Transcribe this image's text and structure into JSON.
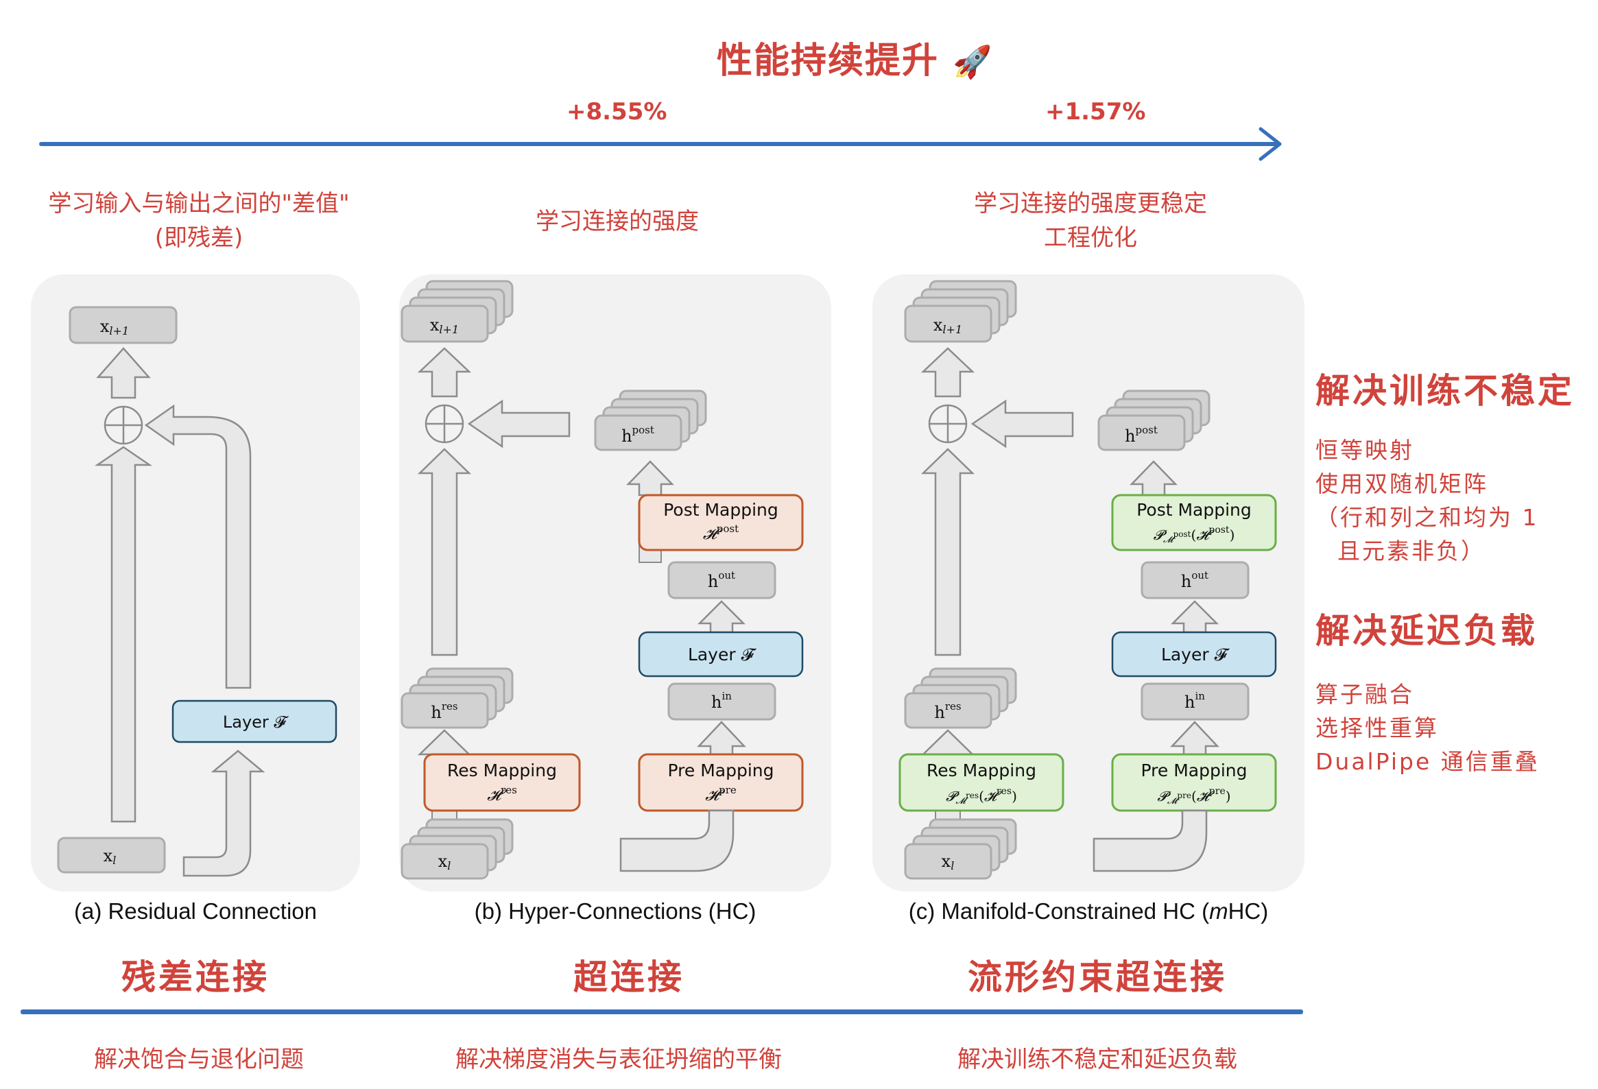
{
  "header": {
    "title": "性能持续提升",
    "title_icon": "rocket-icon",
    "title_emoji": "🚀",
    "gain_b": "+8.55%",
    "gain_c": "+1.57%"
  },
  "columns": [
    {
      "id": "a",
      "header_lines": [
        "学习输入与输出之间的\"差值\"",
        "(即残差)"
      ],
      "caption": "(a) Residual Connection",
      "name": "残差连接",
      "description": "解决饱合与退化问题"
    },
    {
      "id": "b",
      "header_lines": [
        "学习连接的强度"
      ],
      "caption": "(b) Hyper-Connections (HC)",
      "name": "超连接",
      "description": "解决梯度消失与表征坍缩的平衡"
    },
    {
      "id": "c",
      "header_lines": [
        "学习连接的强度更稳定",
        "工程优化"
      ],
      "caption_pre": "(c) Manifold-Constrained HC (",
      "caption_italic": "m",
      "caption_post": "HC)",
      "name": "流形约束超连接",
      "description": "解决训练不稳定和延迟负载"
    }
  ],
  "diagram": {
    "x_next": "x",
    "x_next_sub": "l+1",
    "x_cur": "x",
    "x_cur_sub": "l",
    "layer": "Layer 𝓕",
    "h_post": "post",
    "h_out": "out",
    "h_in": "in",
    "h_res": "res",
    "h": "h",
    "l": "l",
    "post_mapping": "Post Mapping",
    "pre_mapping": "Pre Mapping",
    "res_mapping": "Res Mapping",
    "H": "𝓗",
    "P": "𝓟",
    "M": "𝓜",
    "sup_post": "post",
    "sup_pre": "pre",
    "sup_res": "res"
  },
  "side": {
    "heading1": "解决训练不稳定",
    "items1": [
      "恒等映射",
      "使用双随机矩阵",
      "（行和列之和均为 1",
      "且元素非负）"
    ],
    "heading2": "解决延迟负载",
    "items2": [
      "算子融合",
      "选择性重算",
      "DualPipe 通信重叠"
    ]
  },
  "colors": {
    "accent_red": "#d0433b",
    "axis_blue": "#3670bd",
    "hc_mapping_fill": "#f6e3d9",
    "hc_mapping_border": "#c0582a",
    "mhc_mapping_fill": "#e0f1d5",
    "mhc_mapping_border": "#6aae47",
    "layer_fill": "#c9e3f1",
    "layer_border": "#1f4a66",
    "node_fill": "#d2d2d2",
    "panel_bg": "#f2f2f2"
  }
}
